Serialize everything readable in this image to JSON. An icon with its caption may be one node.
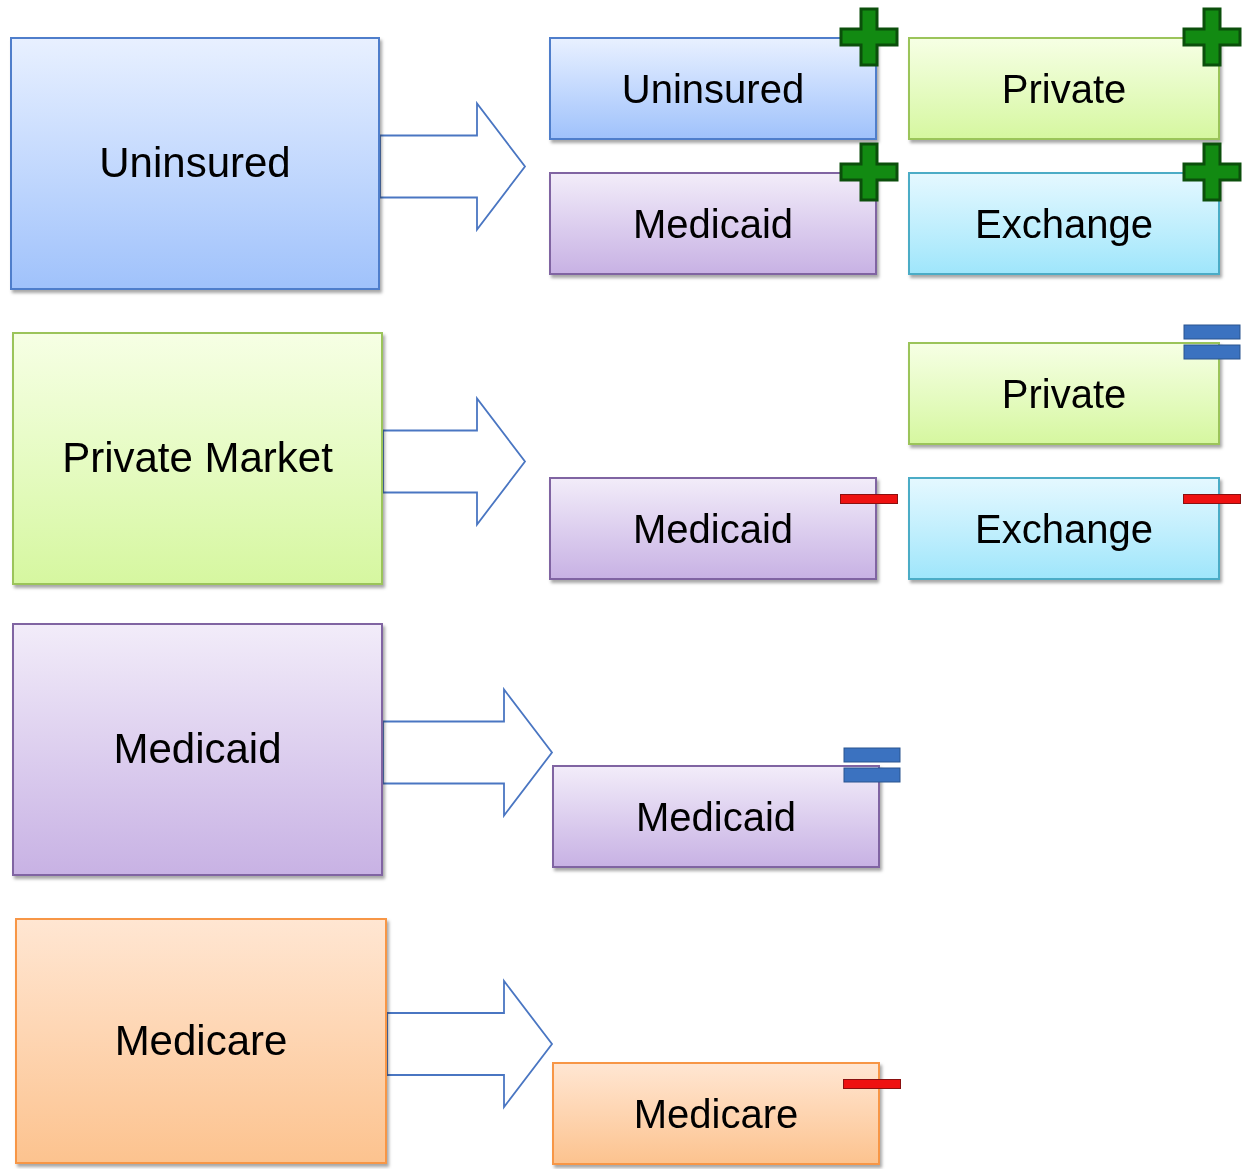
{
  "diagram": {
    "nodes": [
      {
        "text": [
          "Uninsured"
        ]
      },
      {
        "text": [
          "Private Market"
        ]
      },
      {
        "text": [
          "Medicaid"
        ]
      },
      {
        "text": [
          "Medicare"
        ]
      },
      {
        "text": [
          "Uninsured"
        ]
      },
      {
        "text": [
          "Private"
        ]
      },
      {
        "text": [
          "Medicaid"
        ]
      },
      {
        "text": [
          "Exchange"
        ]
      },
      {
        "text": [
          "Private"
        ]
      },
      {
        "text": [
          "Medicaid"
        ]
      },
      {
        "text": [
          "Exchange"
        ]
      },
      {
        "text": [
          "Medicaid"
        ]
      },
      {
        "text": [
          "Medicare"
        ]
      }
    ],
    "edges": [
      {
        "from": 0,
        "to": null,
        "arrow": "to"
      },
      {
        "from": 1,
        "to": null,
        "arrow": "to"
      },
      {
        "from": 2,
        "to": 11,
        "arrow": "to"
      },
      {
        "from": 3,
        "to": 12,
        "arrow": "to"
      }
    ]
  }
}
